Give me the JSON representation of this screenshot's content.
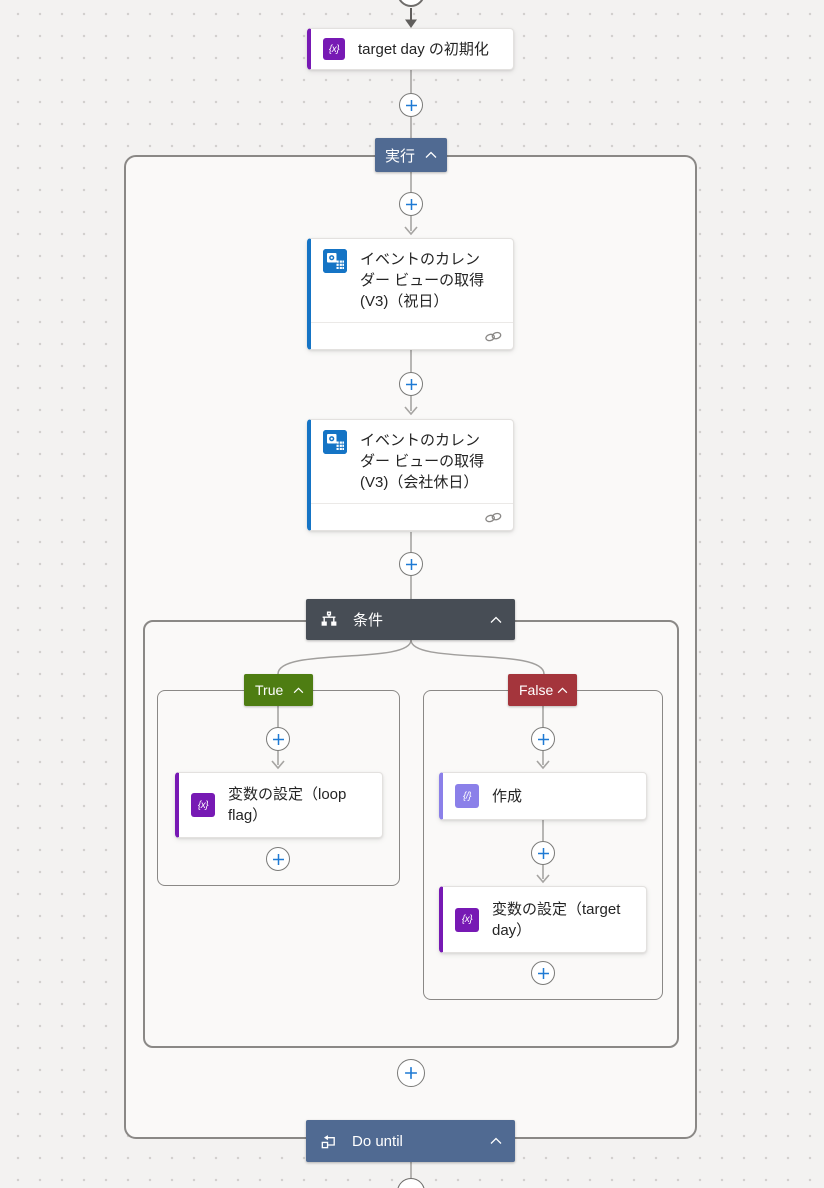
{
  "colors": {
    "canvas_bg": "#f3f2f1",
    "dot": "#d2d0ce",
    "scope_bg": "#faf9f8",
    "container_border": "#8a8886",
    "line": "#a19f9d",
    "arrow": "#a6a4a2",
    "arrow_dark": "#605e5c",
    "plus": "#1f7ad4",
    "card_text": "#242424",
    "scope_header": "#506a92",
    "condition_header": "#474d55",
    "true_badge": "#4e7d12",
    "false_badge": "#a4353c",
    "variable_accent": "#7719b4",
    "outlook_accent": "#1574c5",
    "compose_accent": "#8b80e9"
  },
  "flow": {
    "init_variable": {
      "label": "target day の初期化",
      "icon_glyph": "{x}"
    },
    "scope": {
      "label": "実行"
    },
    "get_events_holiday": {
      "label": "イベントのカレン\nダー ビューの取得\n(V3)（祝日）"
    },
    "get_events_company": {
      "label": "イベントのカレン\nダー ビューの取得\n(V3)（会社休日）"
    },
    "condition": {
      "label": "条件"
    },
    "true_branch": {
      "label": "True"
    },
    "false_branch": {
      "label": "False"
    },
    "set_loop_flag": {
      "label": "変数の設定（loop\nflag）",
      "icon_glyph": "{x}"
    },
    "compose": {
      "label": "作成",
      "icon_glyph": "{/}"
    },
    "set_target_day": {
      "label": "変数の設定（target\nday）",
      "icon_glyph": "{x}"
    },
    "do_until": {
      "label": "Do until"
    }
  }
}
